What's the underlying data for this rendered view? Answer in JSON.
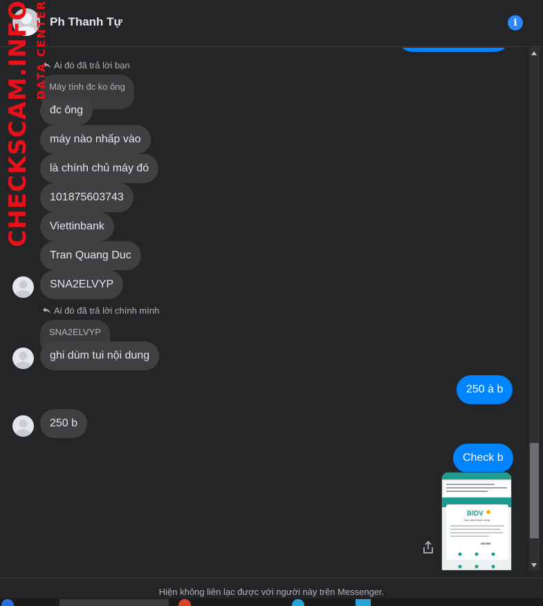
{
  "watermark": {
    "main": "CHECKSCAM.INFO",
    "sub": "DATA CENTER"
  },
  "header": {
    "contact_name": "Ph Thanh Tự",
    "info_icon": "info-icon"
  },
  "messages": {
    "reply1_meta": "Ai đó đã trả lời bạn",
    "reply1_quote": "Máy tính đc ko ông",
    "m1": "đc ông",
    "m2": "máy nào nhấp vào",
    "m3": "là chính chủ máy đó",
    "m4": "101875603743",
    "m5": "Viettinbank",
    "m6": "Tran Quang Duc",
    "m7": "SNA2ELVYP",
    "reply2_meta": "Ai đó đã trả lời chính mình",
    "reply2_quote": "SNA2ELVYP",
    "m8": "ghi dùm tui nội dung",
    "out1": "250 à b",
    "m9": "250 b",
    "out2": "Check b"
  },
  "image_preview": {
    "bank_logo": "BIDV",
    "title": "Giao dịch thành công",
    "amount": "250.000"
  },
  "footer": {
    "notice": "Hiện không liên lạc được với người này trên Messenger."
  },
  "colors": {
    "outgoing": "#0084ff",
    "incoming": "#3e4042",
    "background": "#242526",
    "watermark": "#e8101a",
    "bidv": "#1f9b8f"
  }
}
